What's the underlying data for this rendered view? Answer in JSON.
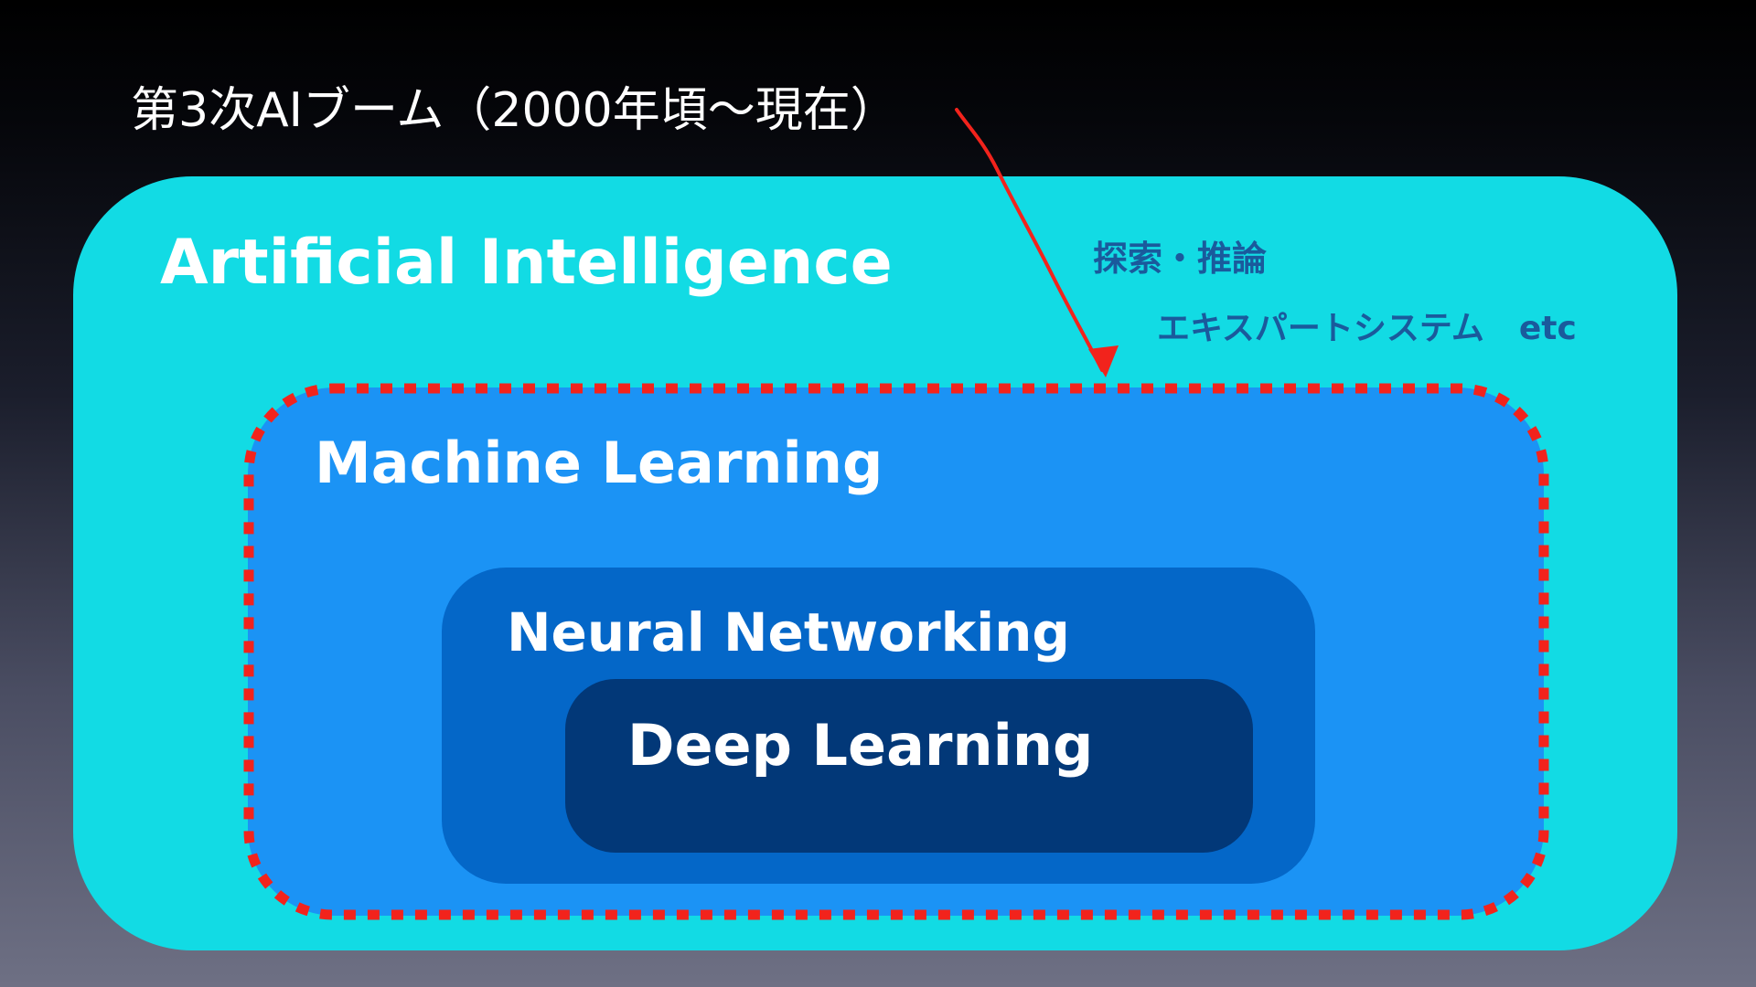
{
  "title": "第3次AIブーム（2000年頃〜現在）",
  "layers": {
    "ai": "Artificial Intelligence",
    "ml": "Machine Learning",
    "nn": "Neural Networking",
    "dl": "Deep Learning"
  },
  "notes": {
    "line1": "探索・推論",
    "line2": "エキスパートシステム",
    "line2_etc": "etc"
  },
  "colors": {
    "ai": "#12dbe4",
    "ml": "#1b93f5",
    "nn": "#0467c8",
    "dl": "#023878",
    "highlight": "#f2231c",
    "note_text": "#1a5a9c"
  }
}
